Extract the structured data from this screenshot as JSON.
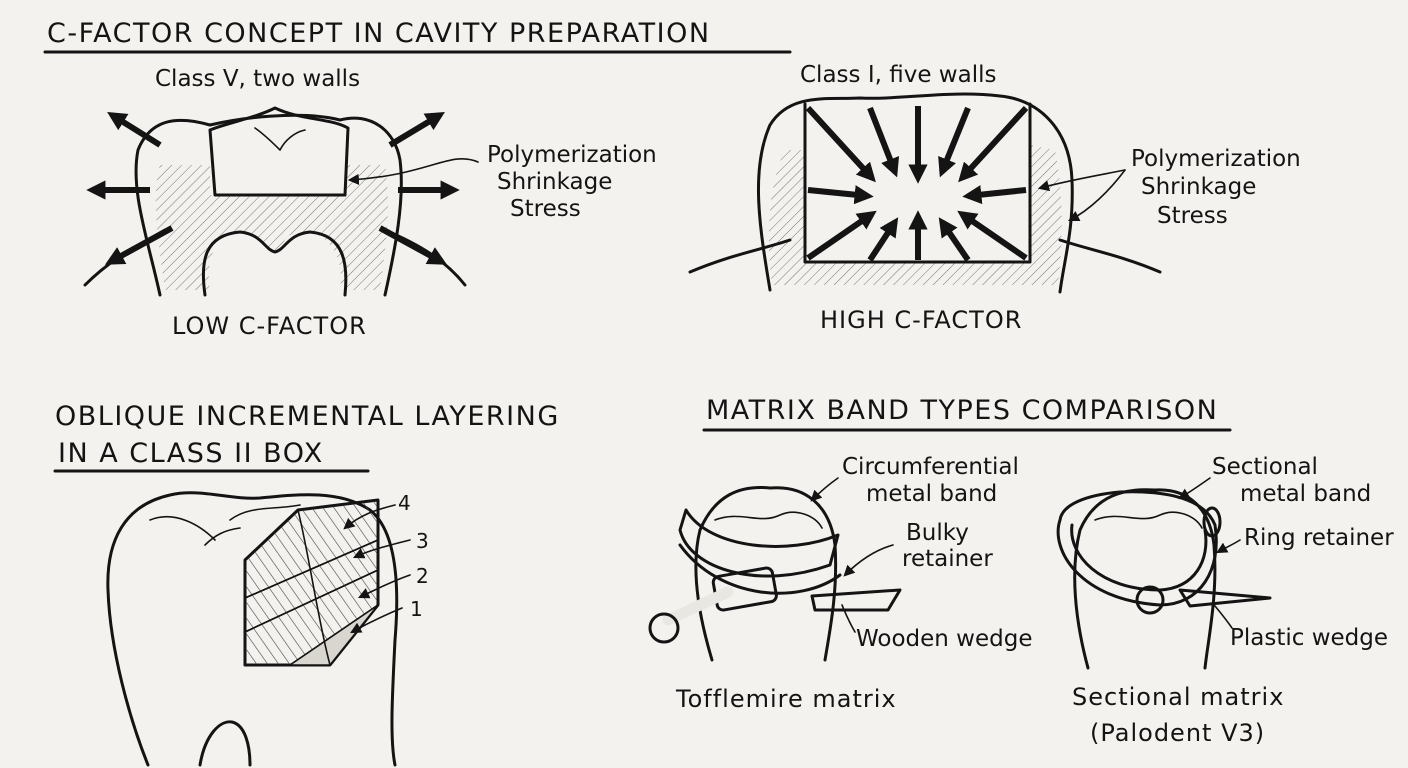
{
  "panels": {
    "cfactor": {
      "heading": "C-FACTOR CONCEPT IN CAVITY PREPARATION",
      "low": {
        "class_label": "Class V, two walls",
        "stress_line1": "Polymerization",
        "stress_line2": "Shrinkage",
        "stress_line3": "Stress",
        "caption": "LOW C-FACTOR"
      },
      "high": {
        "class_label": "Class I, five walls",
        "stress_line1": "Polymerization",
        "stress_line2": "Shrinkage",
        "stress_line3": "Stress",
        "caption": "HIGH C-FACTOR"
      }
    },
    "layering": {
      "heading_line1": "OBLIQUE INCREMENTAL LAYERING",
      "heading_line2": "IN A CLASS II BOX",
      "layers": [
        "4",
        "3",
        "2",
        "1"
      ]
    },
    "matrix": {
      "heading": "MATRIX BAND TYPES COMPARISON",
      "tofflemire": {
        "band_line1": "Circumferential",
        "band_line2": "metal band",
        "retainer_line1": "Bulky",
        "retainer_line2": "retainer",
        "wedge": "Wooden wedge",
        "caption": "Tofflemire matrix"
      },
      "sectional": {
        "band_line1": "Sectional",
        "band_line2": "metal band",
        "retainer": "Ring retainer",
        "wedge": "Plastic wedge",
        "caption_line1": "Sectional matrix",
        "caption_line2": "(Palodent V3)"
      }
    }
  }
}
